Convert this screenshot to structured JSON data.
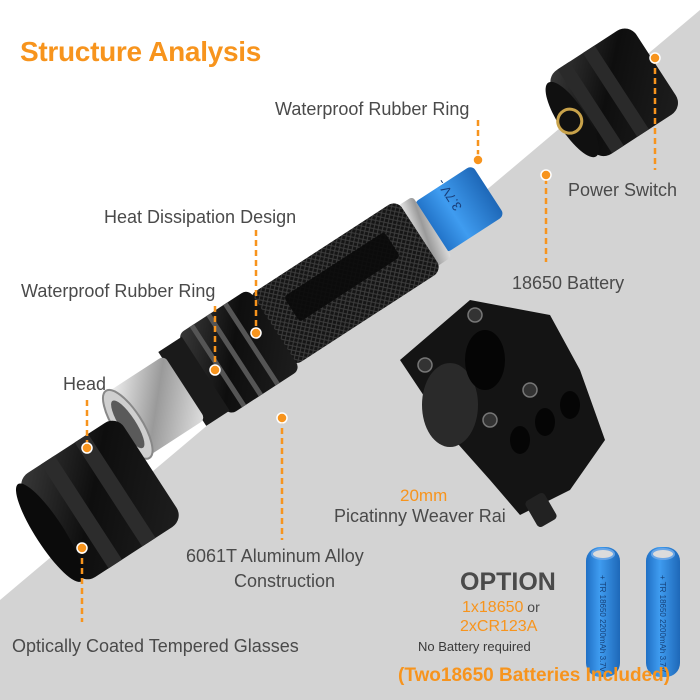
{
  "title": "Structure Analysis",
  "labels": {
    "tail_ring": "Waterproof Rubber Ring",
    "power_switch": "Power Switch",
    "heat_dissipation": "Heat Dissipation Design",
    "head_ring": "Waterproof Rubber Ring",
    "battery": "18650 Battery",
    "head": "Head",
    "mount_size": "20mm",
    "mount_name": "Picatinny Weaver Rai",
    "alloy_line1": "6061T Aluminum Alloy",
    "alloy_line2": "Construction",
    "glasses": "Optically Coated Tempered Glasses"
  },
  "battery_marking": "3.7V -",
  "option": {
    "heading": "OPTION",
    "line1_value": "1x18650",
    "line1_suffix": " or",
    "line2_value": "2xCR123A",
    "line3": "No Battery required",
    "included": "(Two18650 Batteries Included)"
  },
  "cell_marking": "+ TR 18650 2200mAh 3.7V -",
  "colors": {
    "accent": "#f7941d",
    "text": "#4a4a4a",
    "band": "#d4d4d4",
    "battery_blue": "#2f8fe0"
  }
}
